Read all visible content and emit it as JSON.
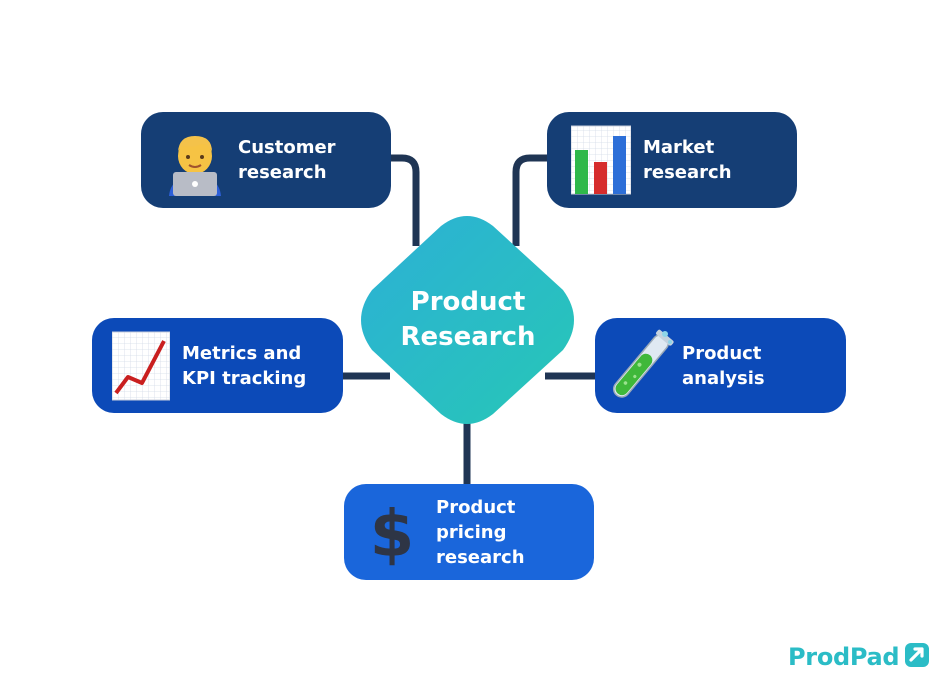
{
  "center": {
    "label": "Product\nResearch"
  },
  "nodes": {
    "customer": {
      "label": "Customer\nresearch",
      "icon": "person-at-laptop-icon"
    },
    "market": {
      "label": "Market\nresearch",
      "icon": "bar-chart-icon"
    },
    "metrics": {
      "label": "Metrics and\nKPI tracking",
      "icon": "chart-increasing-icon"
    },
    "analysis": {
      "label": "Product analysis",
      "icon": "test-tube-icon"
    },
    "pricing": {
      "label": "Product\npricing\nresearch",
      "icon": "dollar-sign-icon"
    }
  },
  "logo": {
    "text": "ProdPad"
  },
  "colors": {
    "connector": "#1f3554",
    "card_dark": "#153e75",
    "card_mid": "#0c4ab8",
    "card_bright": "#1a66db",
    "center_gradient_start": "#2cb0d6",
    "center_gradient_end": "#27c7b6",
    "logo": "#2bbcc6"
  }
}
